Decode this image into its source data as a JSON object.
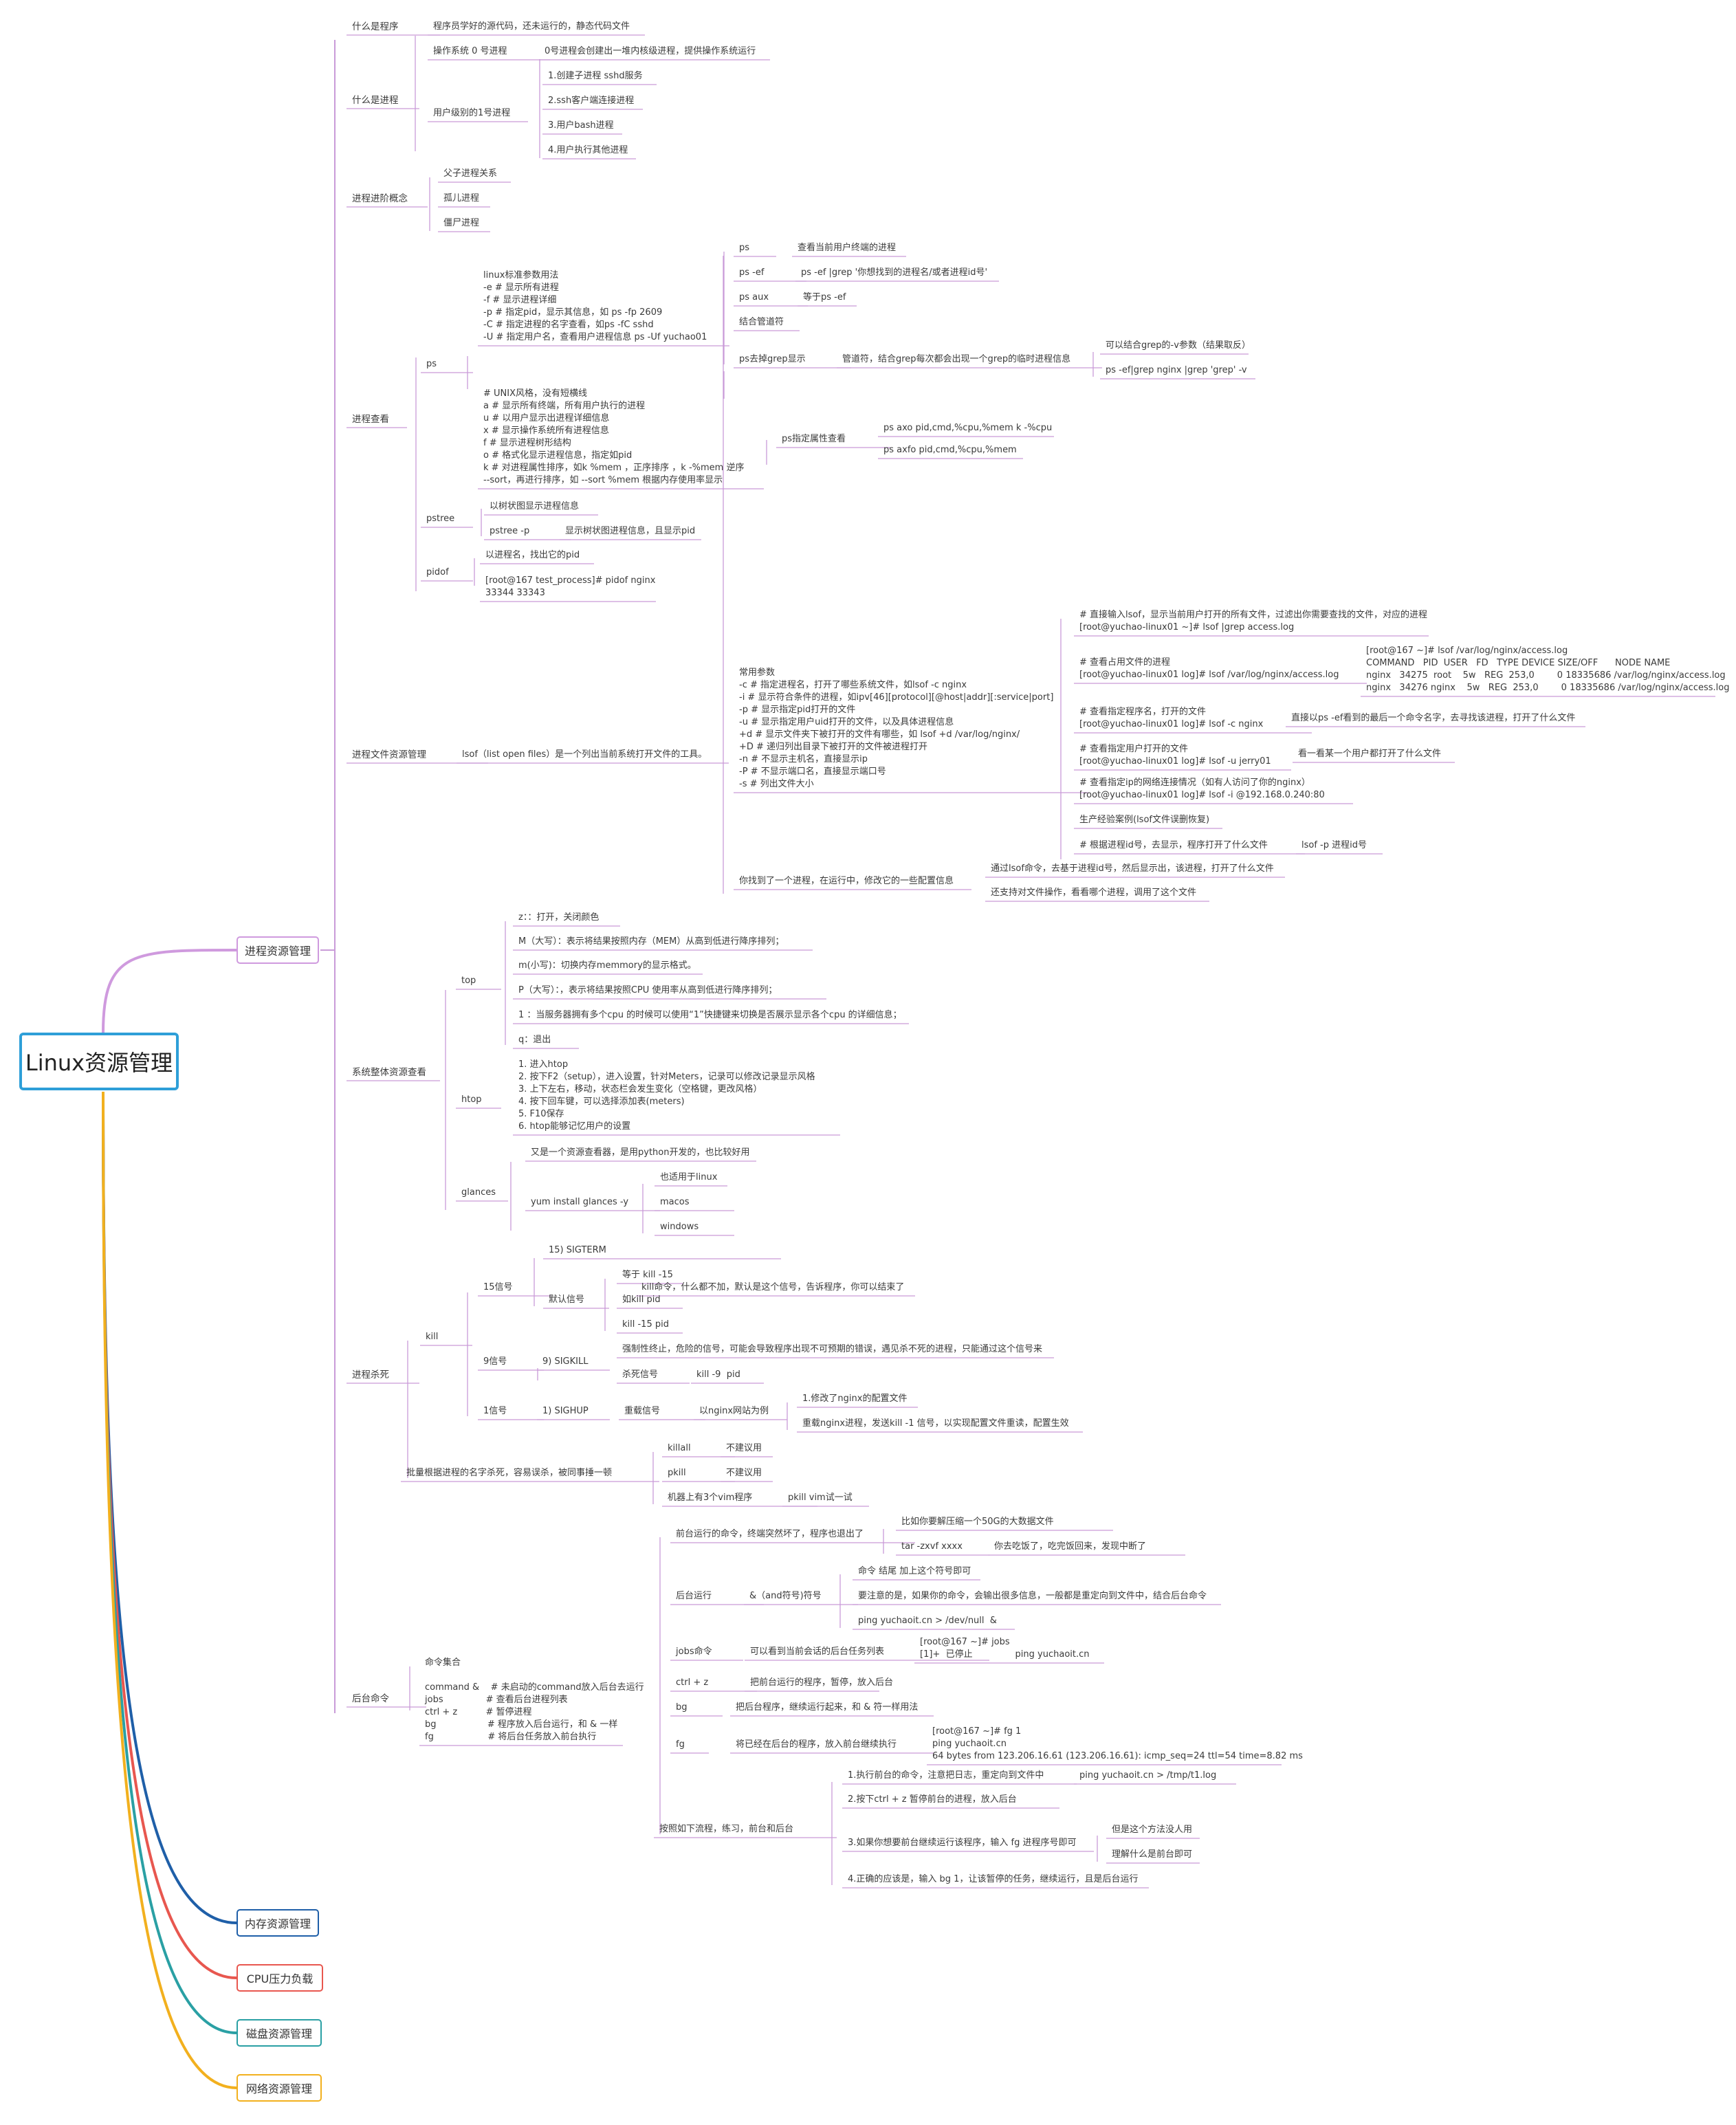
{
  "colors": {
    "root_border": "#2e9fd8",
    "process": "#cf9ade",
    "memory": "#1f5fa8",
    "cpu": "#e8574f",
    "disk": "#2aa0a4",
    "network": "#f2b01e",
    "branch_line": "#c99bd8"
  },
  "root": {
    "label": "Linux资源管理"
  },
  "main": [
    {
      "label": "进程资源管理",
      "color": "#cf9ade"
    },
    {
      "label": "内存资源管理",
      "color": "#1f5fa8"
    },
    {
      "label": "CPU压力负载",
      "color": "#e8574f"
    },
    {
      "label": "磁盘资源管理",
      "color": "#2aa0a4"
    },
    {
      "label": "网络资源管理",
      "color": "#f2b01e"
    }
  ],
  "nodes": [
    "什么是程序",
    "程序员学好的源代码，还未运行的，静态代码文件",
    "什么是进程",
    "操作系统 0 号进程",
    "0号进程会创建出一堆内核级进程，提供操作系统运行",
    "用户级别的1号进程",
    "1.创建子进程 sshd服务",
    "2.ssh客户端连接进程",
    "3.用户bash进程",
    "4.用户执行其他进程",
    "进程进阶概念",
    "父子进程关系",
    "孤儿进程",
    "僵尸进程",
    "进程查看",
    "ps",
    "linux标准参数用法\n-e # 显示所有进程\n-f # 显示进程详细\n-p # 指定pid，显示其信息，如 ps -fp 2609\n-C # 指定进程的名字查看，如ps -fC sshd\n-U # 指定用户名，查看用户进程信息 ps -Uf yuchao01",
    "ps",
    "查看当前用户终端的进程",
    "ps -ef",
    "ps -ef |grep '你想找到的进程名/或者进程id号'",
    "ps aux",
    "等于ps -ef",
    "结合管道符",
    "ps去掉grep显示",
    "管道符，结合grep每次都会出现一个grep的临时进程信息",
    "可以结合grep的-v参数（结果取反）",
    "ps -ef|grep nginx |grep 'grep' -v",
    "# UNIX风格，没有短横线\na # 显示所有终端，所有用户执行的进程\nu # 以用户显示出进程详细信息\nx # 显示操作系统所有进程信息\nf # 显示进程树形结构\no # 格式化显示进程信息，指定如pid\nk # 对进程属性排序，如k %mem ，正序排序 ，k -%mem 逆序\n--sort，再进行排序，如 --sort %mem 根据内存使用率显示",
    "ps指定属性查看",
    "ps axo pid,cmd,%cpu,%mem k -%cpu",
    "ps axfo pid,cmd,%cpu,%mem",
    "pstree",
    "以树状图显示进程信息",
    "pstree -p",
    "显示树状图进程信息，且显示pid",
    "pidof",
    "以进程名，找出它的pid",
    "[root@167 test_process]# pidof nginx\n33344 33343",
    "进程文件资源管理",
    "lsof（list open files）是一个列出当前系统打开文件的工具。",
    "常用参数\n-c # 指定进程名，打开了哪些系统文件，如lsof -c nginx\n-i # 显示符合条件的进程，如ipv[46][protocol][@host|addr][:service|port]\n-p # 显示指定pid打开的文件\n-u # 显示指定用户uid打开的文件，以及具体进程信息\n+d # 显示文件夹下被打开的文件有哪些，如 lsof +d /var/log/nginx/\n+D # 递归列出目录下被打开的文件被进程打开\n-n # 不显示主机名，直接显示ip\n-P # 不显示端口名，直接显示端口号\n-s # 列出文件大小",
    "# 直接输入lsof，显示当前用户打开的所有文件，过滤出你需要查找的文件，对应的进程\n[root@yuchao-linux01 ~]# lsof |grep access.log",
    "# 查看占用文件的进程\n[root@yuchao-linux01 log]# lsof /var/log/nginx/access.log",
    "[root@167 ~]# lsof /var/log/nginx/access.log\nCOMMAND   PID  USER   FD   TYPE DEVICE SIZE/OFF      NODE NAME\nnginx   34275  root    5w   REG  253,0        0 18335686 /var/log/nginx/access.log\nnginx   34276 nginx    5w   REG  253,0        0 18335686 /var/log/nginx/access.log",
    "# 查看指定程序名，打开的文件\n[root@yuchao-linux01 log]# lsof -c nginx",
    "直接以ps -ef看到的最后一个命令名字，去寻找该进程，打开了什么文件",
    "# 查看指定用户打开的文件\n[root@yuchao-linux01 log]# lsof -u jerry01",
    "看一看某一个用户都打开了什么文件",
    "# 查看指定ip的网络连接情况（如有人访问了你的nginx）\n[root@yuchao-linux01 log]# lsof -i @192.168.0.240:80",
    "生产经验案例(lsof文件误删恢复)",
    "# 根据进程id号，去显示，程序打开了什么文件",
    "lsof -p 进程id号",
    "你找到了一个进程，在运行中，修改它的一些配置信息",
    "通过lsof命令，去基于进程id号，然后显示出，该进程，打开了什么文件",
    "还支持对文件操作，看看哪个进程，调用了这个文件",
    "系统整体资源查看",
    "top",
    "z：：打开，关闭颜色",
    "M（大写）：表示将结果按照内存（MEM）从高到低进行降序排列；",
    "m(小写)：切换内存memmory的显示格式。",
    "P（大写）：，表示将结果按照CPU 使用率从高到低进行降序排列；",
    "1 ：当服务器拥有多个cpu 的时候可以使用“1”快捷键来切换是否展示显示各个cpu 的详细信息；",
    "q：退出",
    "htop",
    "1. 进入htop\n2. 按下F2（setup），进入设置，针对Meters，记录可以修改记录显示风格\n3. 上下左右，移动，状态栏会发生变化（空格键，更改风格）\n4. 按下回车键，可以选择添加表(meters)\n5. F10保存\n6. htop能够记忆用户的设置",
    "glances",
    "又是一个资源查看器，是用python开发的，也比较好用",
    "yum install glances -y",
    "也适用于linux",
    "macos",
    "windows",
    "进程杀死",
    "kill",
    "15信号",
    "15) SIGTERM",
    "kill命令，什么都不加，默认是这个信号，告诉程序，你可以结束了",
    "默认信号",
    "等于 kill -15",
    "如kill pid",
    "kill -15 pid",
    "9信号",
    "9) SIGKILL",
    "强制性终止，危险的信号，可能会导致程序出现不可预期的错误，遇见杀不死的进程，只能通过这个信号来",
    "杀死信号",
    "kill -9  pid",
    "1信号",
    "1) SIGHUP",
    "重载信号",
    "以nginx网站为例",
    "1.修改了nginx的配置文件",
    "重载nginx进程，发送kill -1 信号，以实现配置文件重读，配置生效",
    "批量根据进程的名字杀死，容易误杀，被同事捶一顿",
    "killall",
    "不建议用",
    "pkill",
    "不建议用",
    "机器上有3个vim程序",
    "pkill vim试一试",
    "后台命令",
    "命令集合\n\ncommand &    # 未启动的command放入后台去运行\njobs               # 查看后台进程列表\nctrl + z          # 暂停进程\nbg                  # 程序放入后台运行，和 & 一样\nfg                   # 将后台任务放入前台执行",
    "前台运行的命令，终端突然坏了，程序也退出了",
    "比如你要解压缩一个50G的大数据文件",
    "tar -zxvf xxxx",
    "你去吃饭了，吃完饭回来，发现中断了",
    "后台运行",
    "&（and符号)符号",
    "命令 结尾 加上这个符号即可",
    "要注意的是，如果你的命令，会输出很多信息，一般都是重定向到文件中，结合后台命令",
    "ping yuchaoit.cn > /dev/null  &",
    "jobs命令",
    "可以看到当前会话的后台任务列表",
    "[root@167 ~]# jobs\n[1]+  已停止               ping yuchaoit.cn",
    "ctrl + z",
    "把前台运行的程序，暂停，放入后台",
    "bg",
    "把后台程序，继续运行起来，和 & 符一样用法",
    "fg",
    "将已经在后台的程序，放入前台继续执行",
    "[root@167 ~]# fg 1\nping yuchaoit.cn\n64 bytes from 123.206.16.61 (123.206.16.61): icmp_seq=24 ttl=54 time=8.82 ms",
    "按照如下流程，练习，前台和后台",
    "1.执行前台的命令，注意把日志，重定向到文件中",
    "ping yuchaoit.cn > /tmp/t1.log",
    "2.按下ctrl + z 暂停前台的进程，放入后台",
    "3.如果你想要前台继续运行该程序，输入 fg 进程序号即可",
    "但是这个方法没人用",
    "理解什么是前台即可",
    "4.正确的应该是，输入 bg 1，让该暂停的任务，继续运行，且是后台运行"
  ]
}
